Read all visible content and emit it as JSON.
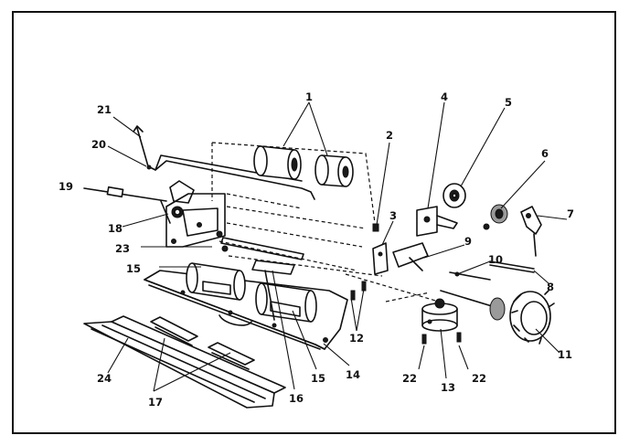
{
  "callouts": {
    "c1": "1",
    "c2": "2",
    "c3": "3",
    "c4": "4",
    "c5": "5",
    "c6": "6",
    "c7": "7",
    "c8": "8",
    "c9": "9",
    "c10": "10",
    "c11": "11",
    "c12": "12",
    "c13": "13",
    "c14": "14",
    "c15a": "15",
    "c15b": "15",
    "c16": "16",
    "c17": "17",
    "c18": "18",
    "c19": "19",
    "c20": "20",
    "c21": "21",
    "c22a": "22",
    "c22b": "22",
    "c23": "23",
    "c24": "24"
  }
}
